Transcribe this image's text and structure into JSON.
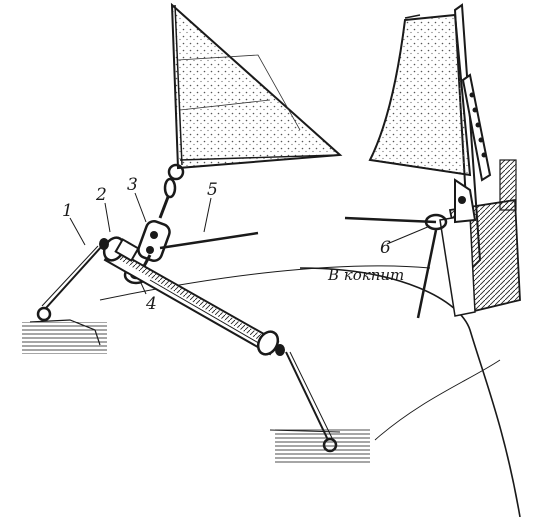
{
  "labels": {
    "l1": "1",
    "l2": "2",
    "l3": "3",
    "l4": "4",
    "l5": "5",
    "l6": "6",
    "cockpit": "В кокпит"
  },
  "colors": {
    "ink": "#1a1a1a",
    "paper": "#ffffff",
    "sail_stipple": "#555555"
  }
}
